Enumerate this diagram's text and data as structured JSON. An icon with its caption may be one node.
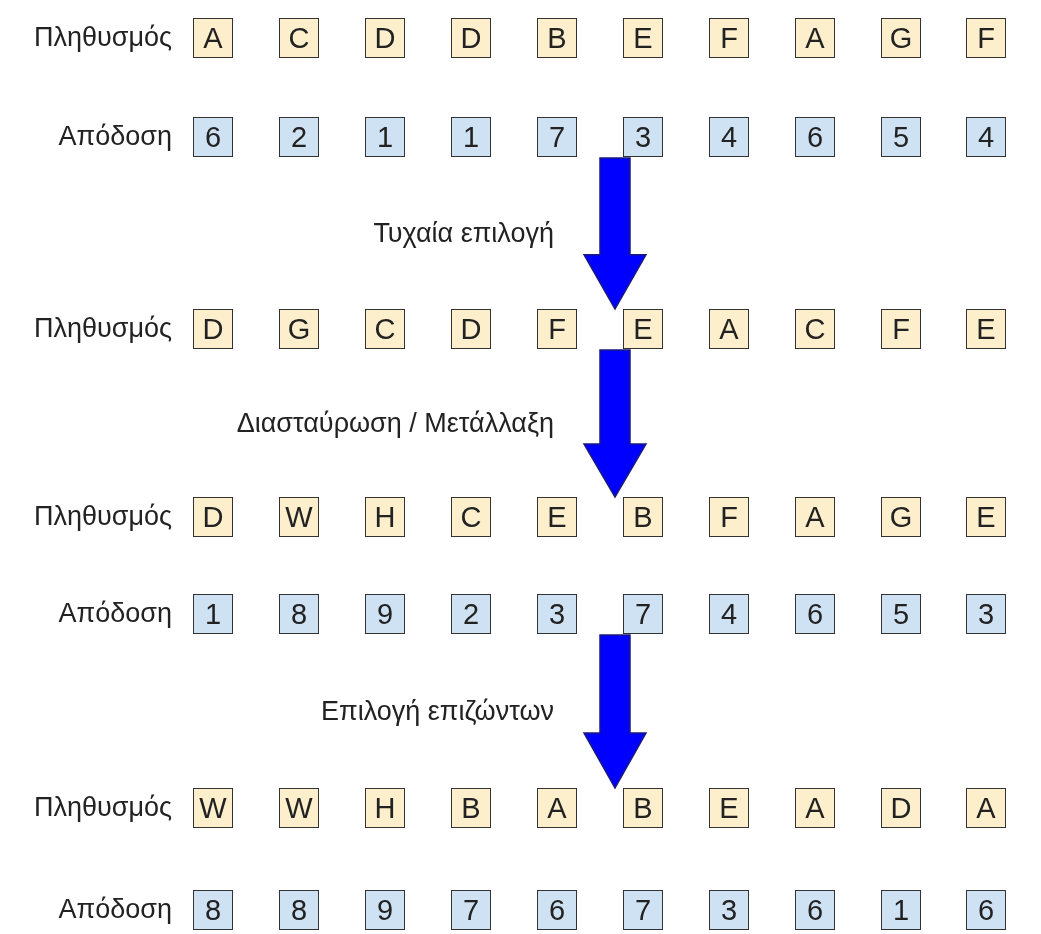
{
  "diagram": {
    "nodes": [
      {
        "text": [
          "A"
        ]
      },
      {
        "text": [
          "C"
        ]
      },
      {
        "text": [
          "D"
        ]
      },
      {
        "text": [
          "D"
        ]
      },
      {
        "text": [
          "B"
        ]
      },
      {
        "text": [
          "E"
        ]
      },
      {
        "text": [
          "F"
        ]
      },
      {
        "text": [
          "A"
        ]
      },
      {
        "text": [
          "G"
        ]
      },
      {
        "text": [
          "F"
        ]
      },
      {
        "text": [
          "6"
        ]
      },
      {
        "text": [
          "2"
        ]
      },
      {
        "text": [
          "1"
        ]
      },
      {
        "text": [
          "1"
        ]
      },
      {
        "text": [
          "7"
        ]
      },
      {
        "text": [
          "3"
        ]
      },
      {
        "text": [
          "4"
        ]
      },
      {
        "text": [
          "6"
        ]
      },
      {
        "text": [
          "5"
        ]
      },
      {
        "text": [
          "4"
        ]
      },
      {
        "text": [
          "D"
        ]
      },
      {
        "text": [
          "G"
        ]
      },
      {
        "text": [
          "C"
        ]
      },
      {
        "text": [
          "D"
        ]
      },
      {
        "text": [
          "F"
        ]
      },
      {
        "text": [
          "E"
        ]
      },
      {
        "text": [
          "A"
        ]
      },
      {
        "text": [
          "C"
        ]
      },
      {
        "text": [
          "F"
        ]
      },
      {
        "text": [
          "E"
        ]
      },
      {
        "text": [
          "D"
        ]
      },
      {
        "text": [
          "W"
        ]
      },
      {
        "text": [
          "H"
        ]
      },
      {
        "text": [
          "C"
        ]
      },
      {
        "text": [
          "E"
        ]
      },
      {
        "text": [
          "B"
        ]
      },
      {
        "text": [
          "F"
        ]
      },
      {
        "text": [
          "A"
        ]
      },
      {
        "text": [
          "G"
        ]
      },
      {
        "text": [
          "E"
        ]
      },
      {
        "text": [
          "1"
        ]
      },
      {
        "text": [
          "8"
        ]
      },
      {
        "text": [
          "9"
        ]
      },
      {
        "text": [
          "2"
        ]
      },
      {
        "text": [
          "3"
        ]
      },
      {
        "text": [
          "7"
        ]
      },
      {
        "text": [
          "4"
        ]
      },
      {
        "text": [
          "6"
        ]
      },
      {
        "text": [
          "5"
        ]
      },
      {
        "text": [
          "3"
        ]
      },
      {
        "text": [
          "W"
        ]
      },
      {
        "text": [
          "W"
        ]
      },
      {
        "text": [
          "H"
        ]
      },
      {
        "text": [
          "B"
        ]
      },
      {
        "text": [
          "A"
        ]
      },
      {
        "text": [
          "B"
        ]
      },
      {
        "text": [
          "E"
        ]
      },
      {
        "text": [
          "A"
        ]
      },
      {
        "text": [
          "D"
        ]
      },
      {
        "text": [
          "A"
        ]
      },
      {
        "text": [
          "8"
        ]
      },
      {
        "text": [
          "8"
        ]
      },
      {
        "text": [
          "9"
        ]
      },
      {
        "text": [
          "7"
        ]
      },
      {
        "text": [
          "6"
        ]
      },
      {
        "text": [
          "7"
        ]
      },
      {
        "text": [
          "3"
        ]
      },
      {
        "text": [
          "6"
        ]
      },
      {
        "text": [
          "1"
        ]
      },
      {
        "text": [
          "6"
        ]
      }
    ],
    "edges": [
      {
        "from": 15,
        "to": 25,
        "arrow": "to",
        "label": "Τυχαία επιλογή"
      },
      {
        "from": 25,
        "to": 35,
        "arrow": "to",
        "label": "Διασταύρωση / Μετάλλαξη"
      },
      {
        "from": 45,
        "to": 55,
        "arrow": "to",
        "label": "Επιλογή επιζώντων"
      }
    ],
    "labels": [
      "Πληθυσμός",
      "Απόδοση",
      "Πληθυσμός",
      "Πληθυσμός",
      "Απόδοση",
      "Πληθυσμός",
      "Απόδοση"
    ]
  }
}
